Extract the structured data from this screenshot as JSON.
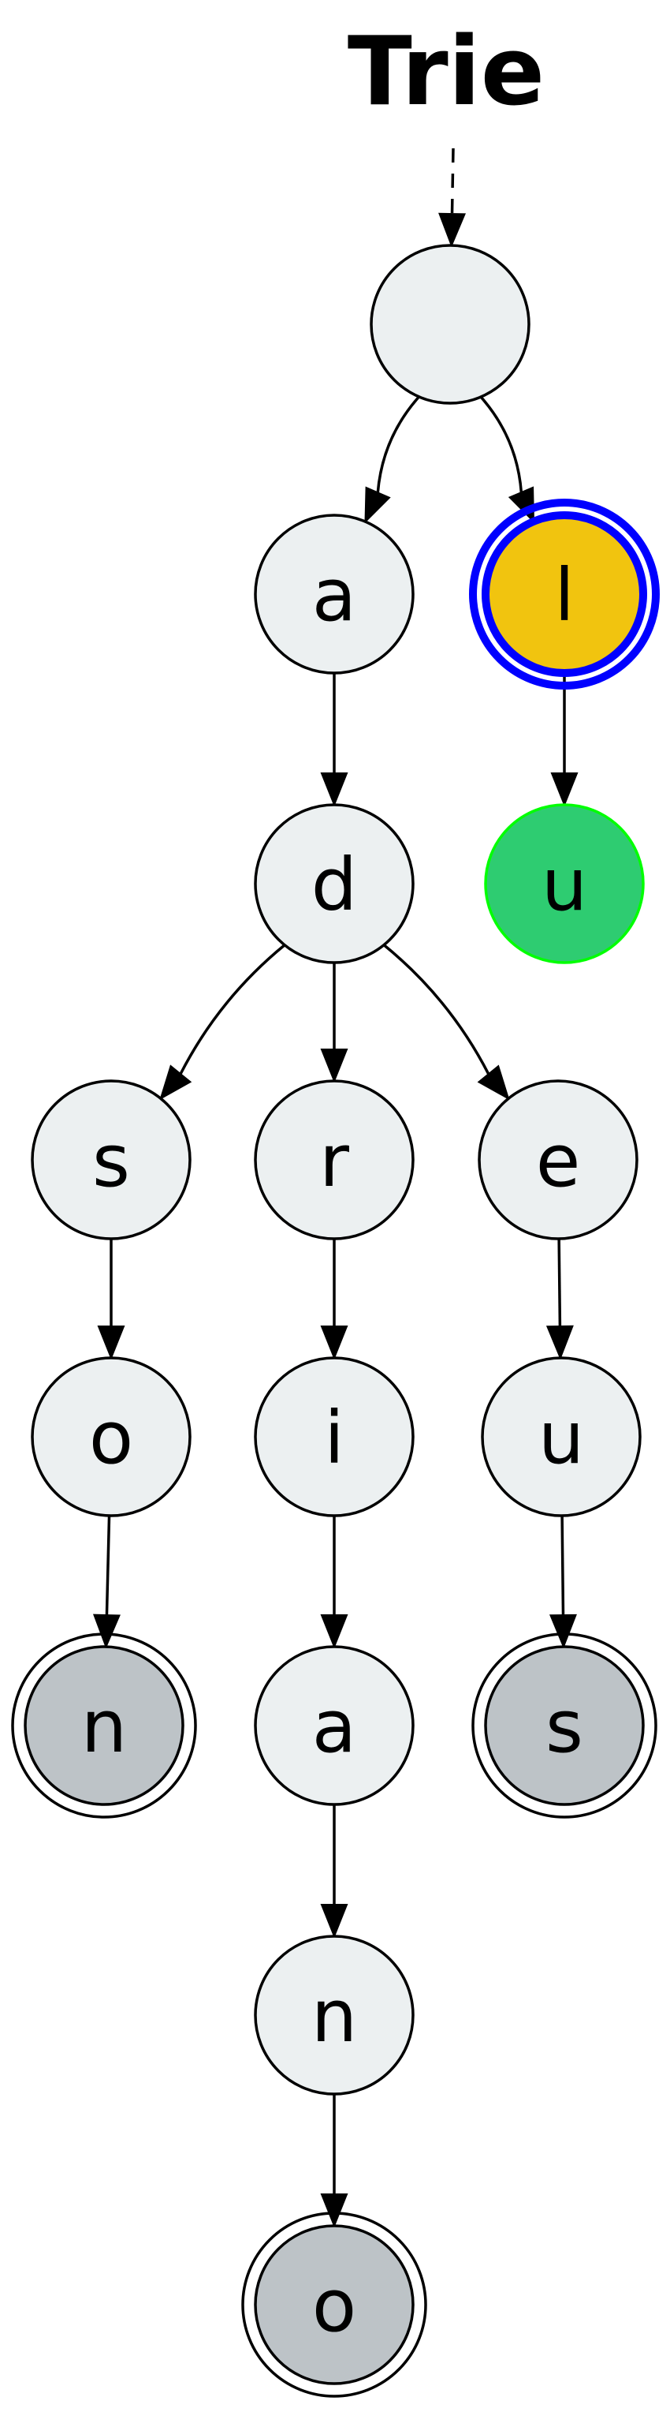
{
  "title": "Trie",
  "colors": {
    "default_fill": "#ecf0f1",
    "terminal_fill": "#bdc3c7",
    "highlight_fill": "#f1c40f",
    "highlight_stroke": "#0000ff",
    "found_fill": "#2ecc71",
    "found_stroke": "#00ff00",
    "stroke": "#000000"
  },
  "nodes": [
    {
      "id": "root",
      "label": "",
      "state": "default"
    },
    {
      "id": "a1",
      "label": "a",
      "state": "default"
    },
    {
      "id": "l",
      "label": "l",
      "state": "highlight"
    },
    {
      "id": "u1",
      "label": "u",
      "state": "found"
    },
    {
      "id": "d",
      "label": "d",
      "state": "default"
    },
    {
      "id": "s1",
      "label": "s",
      "state": "default"
    },
    {
      "id": "r",
      "label": "r",
      "state": "default"
    },
    {
      "id": "e",
      "label": "e",
      "state": "default"
    },
    {
      "id": "o1",
      "label": "o",
      "state": "default"
    },
    {
      "id": "i",
      "label": "i",
      "state": "default"
    },
    {
      "id": "u2",
      "label": "u",
      "state": "default"
    },
    {
      "id": "n1",
      "label": "n",
      "state": "terminal"
    },
    {
      "id": "a2",
      "label": "a",
      "state": "default"
    },
    {
      "id": "s2",
      "label": "s",
      "state": "terminal"
    },
    {
      "id": "n2",
      "label": "n",
      "state": "default"
    },
    {
      "id": "o2",
      "label": "o",
      "state": "terminal"
    }
  ],
  "edges": [
    {
      "from": "title",
      "to": "root",
      "style": "dashed"
    },
    {
      "from": "root",
      "to": "a1"
    },
    {
      "from": "root",
      "to": "l"
    },
    {
      "from": "l",
      "to": "u1"
    },
    {
      "from": "a1",
      "to": "d"
    },
    {
      "from": "d",
      "to": "s1"
    },
    {
      "from": "d",
      "to": "r"
    },
    {
      "from": "d",
      "to": "e"
    },
    {
      "from": "s1",
      "to": "o1"
    },
    {
      "from": "r",
      "to": "i"
    },
    {
      "from": "e",
      "to": "u2"
    },
    {
      "from": "o1",
      "to": "n1"
    },
    {
      "from": "i",
      "to": "a2"
    },
    {
      "from": "u2",
      "to": "s2"
    },
    {
      "from": "a2",
      "to": "n2"
    },
    {
      "from": "n2",
      "to": "o2"
    }
  ]
}
